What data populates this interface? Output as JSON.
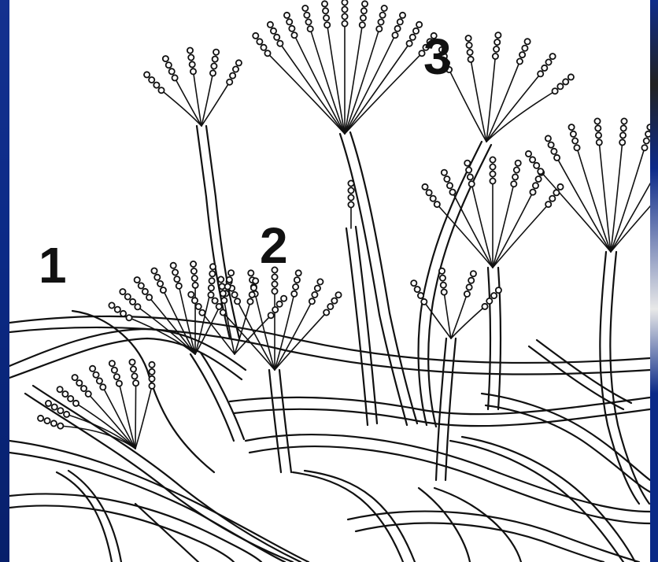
{
  "figure": {
    "labels": [
      "1",
      "2",
      "3"
    ]
  },
  "colors": {
    "background": "#0b1f6e",
    "paper": "#ffffff",
    "ink": "#111111"
  }
}
